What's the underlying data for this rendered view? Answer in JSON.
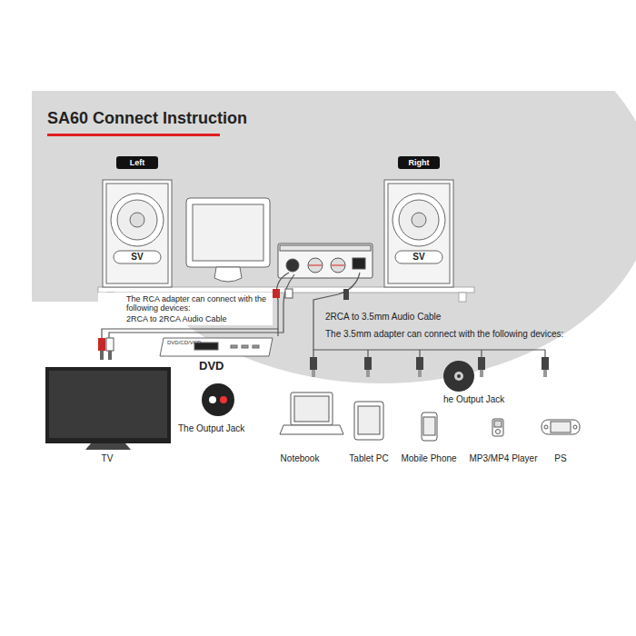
{
  "diagram": {
    "title": "SA60 Connect Instruction",
    "nodes": [
      {
        "text": [
          "Left"
        ]
      },
      {
        "text": [
          "Right"
        ]
      }
    ],
    "labels": [
      "SV",
      "SV",
      "The RCA adapter can connect with the following devices:",
      "2RCA to 2RCA Audio Cable",
      "DVD/CD/VCD",
      "DVD",
      "The Output Jack",
      "2RCA to 3.5mm Audio Cable",
      "The 3.5mm adapter can connect with the following devices:",
      "he Output Jack",
      "TV",
      "Notebook",
      "Tablet PC",
      "Mobile Phone",
      "MP3/MP4 Player",
      "PS"
    ]
  }
}
